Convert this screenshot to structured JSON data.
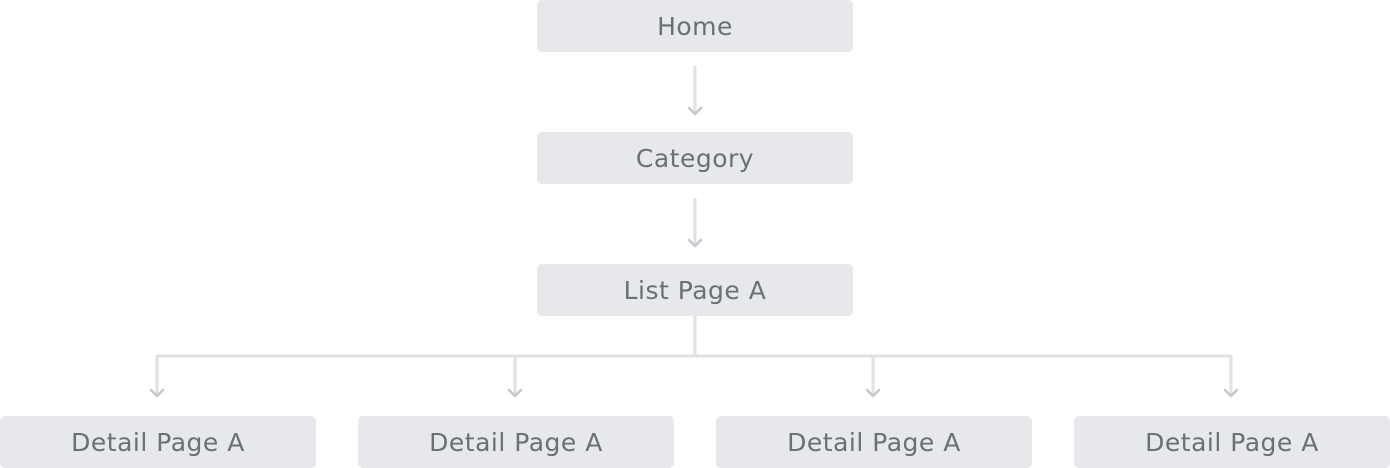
{
  "diagram": {
    "root": {
      "label": "Home"
    },
    "category": {
      "label": "Category"
    },
    "list_page": {
      "label": "List Page A"
    },
    "detail_pages": [
      {
        "label": "Detail Page A"
      },
      {
        "label": "Detail Page A"
      },
      {
        "label": "Detail Page A"
      },
      {
        "label": "Detail Page A"
      }
    ]
  },
  "colors": {
    "node_fill": "#e6e8ec",
    "node_text": "#6b6f76",
    "connector": "#dfe1e5",
    "arrow_head": "#c4c7cc"
  }
}
